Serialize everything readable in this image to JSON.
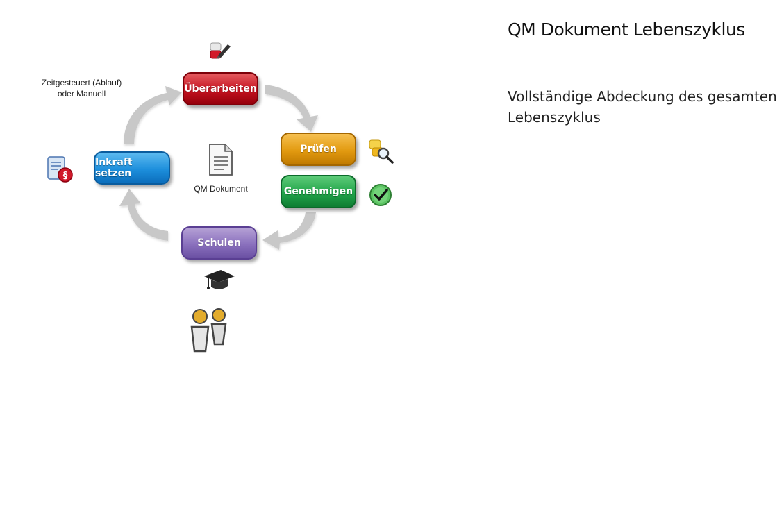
{
  "panel": {
    "title": "QM Dokument Lebenszyklus",
    "description": "Vollständige Abdeckung des gesamten Lebenszyklus"
  },
  "diagram": {
    "center_label": "QM Dokument",
    "timing_note": "Zeitgesteuert (Ablauf)\noder Manuell",
    "steps": [
      {
        "id": "revise",
        "label": "Überarbeiten",
        "color": "#c4121f",
        "icon": "edit-icon"
      },
      {
        "id": "review",
        "label": "Prüfen",
        "color": "#e29a10",
        "icon": "review-magnifier-icon"
      },
      {
        "id": "approve",
        "label": "Genehmigen",
        "color": "#21a44a",
        "icon": "checkmark-icon"
      },
      {
        "id": "train",
        "label": "Schulen",
        "color": "#8a70bd",
        "icon": "graduation-cap-icon"
      },
      {
        "id": "enforce",
        "label": "Inkraft setzen",
        "color": "#1d8fdc",
        "icon": "document-seal-icon"
      }
    ],
    "extra_icons": [
      "document-icon",
      "users-icon"
    ],
    "arrow_color": "#c8c8c8"
  }
}
